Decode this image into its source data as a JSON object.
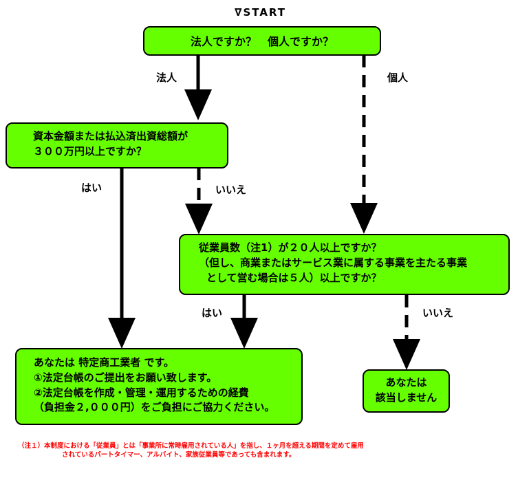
{
  "start_label": "∇START",
  "question_main": "法人ですか？　個人ですか？",
  "branch_corp": "法人",
  "branch_indiv": "個人",
  "question_capital": {
    "line1": "資本金額または払込済出資総額が",
    "line2": "３００万円以上ですか？"
  },
  "capital_yes": "はい",
  "capital_no": "いいえ",
  "question_employees": {
    "line1": "従業員数（注1）が２０人以上ですか？",
    "line2": "（但し、商業またはサービス業に属する事業を主たる事業",
    "line3": "として営む場合は５人）以上ですか？"
  },
  "employees_yes": "はい",
  "employees_no": "いいえ",
  "result_specified": {
    "line1": "あなたは 特定商工業者 です。",
    "line2": "①法定台帳のご提出をお願い致します。",
    "line3": "②法定台帳を作成・管理・運用するための経費",
    "line4": "（負担金２,０００円）をご負担にご協力ください。"
  },
  "result_not": {
    "line1": "あなたは",
    "line2": "該当しません"
  },
  "footnote": {
    "line1": "（注１）本制度における「従業員」とは「事業所に常時雇用されている人」を指し、１ヶ月を超える期間を定めて雇用",
    "line2": "されているパートタイマー、アルバイト、家族従業員等であっても含まれます。"
  },
  "colors": {
    "box_fill": "#66ff00",
    "note_text": "#ff0000",
    "stroke": "#000000"
  }
}
